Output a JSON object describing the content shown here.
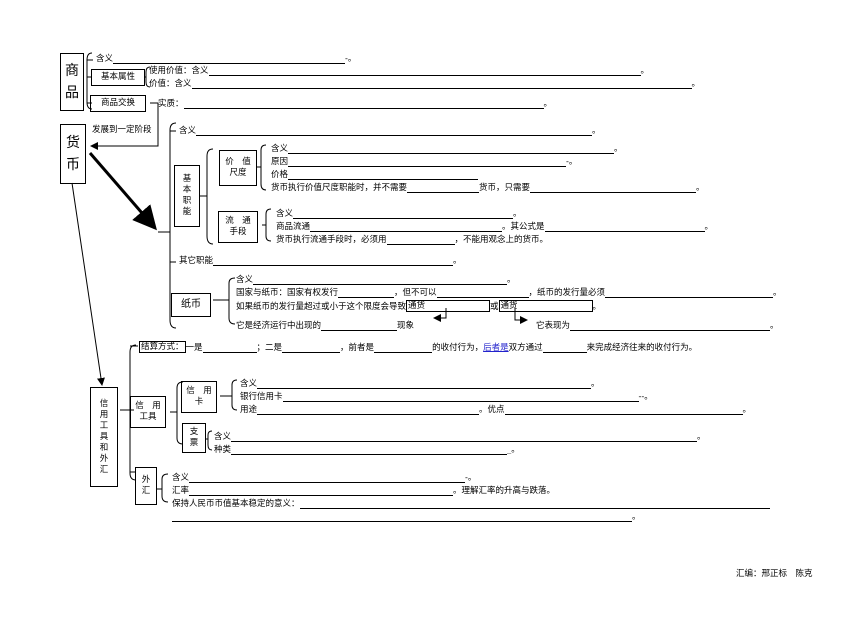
{
  "goods": {
    "title_1": "商",
    "title_2": "品",
    "meaning": "含义",
    "basic_attr": "基本属性",
    "use_value": "使用价值：含义",
    "value": "价值：含义",
    "exchange": "商品交换",
    "essence": "实质：",
    "develop": "发展到一定阶段"
  },
  "money": {
    "title_1": "货",
    "title_2": "币",
    "meaning": "含义",
    "basic_func": [
      "基",
      "本",
      "职",
      "能"
    ],
    "measure_1": "价　值",
    "measure_2": "尺度",
    "m_meaning": "含义",
    "m_reason": "原因",
    "m_price": "价格",
    "m_need_a": "货币执行价值尺度职能时，并不需要",
    "m_need_b": "货币，只需要",
    "circ_1": "流　通",
    "circ_2": "手段",
    "c_meaning": "含义",
    "c_goods": "商品流通",
    "c_formula": "。其公式是",
    "c_need": "货币执行流通手段时，必须用",
    "c_need_b": "，不能用观念上的货币。",
    "other": "其它职能"
  },
  "paper": {
    "title": "纸币",
    "meaning": "含义",
    "state_a": "国家与纸币：国家有权发行",
    "state_b": "，但不可以",
    "state_c": "，纸币的发行量必须",
    "over_a": "如果纸币的发行量超过或小于这个限度会导致",
    "inflation": "通货",
    "or": "或",
    "deflation": "通货",
    "phenomenon_a": "它是经济运行中出现的",
    "phenomenon_b": "现象",
    "performance": "它表现为"
  },
  "credit": {
    "title": [
      "信",
      "用",
      "工",
      "具",
      "和",
      "外",
      "汇"
    ],
    "settlement_a": "结算方式：",
    "settlement_b": "一是",
    "settlement_c": "；二是",
    "settlement_d": "，前者是",
    "settlement_e": "的收付行为，",
    "latter": "后者是",
    "settlement_f": "双方通过",
    "settlement_g": "来完成经济往来的收付行为。",
    "tools_1": "信　用",
    "tools_2": "工具",
    "card_1": "信　用",
    "card_2": "卡",
    "card_meaning": "含义",
    "card_bank": "银行信用卡",
    "card_use": "用途",
    "card_adv": "。优点",
    "cheque_1": "支",
    "cheque_2": "票",
    "cheque_meaning": "含义",
    "cheque_kind": "种类",
    "fx_1": "外",
    "fx_2": "汇",
    "fx_meaning": "含义",
    "fx_rate": "汇率",
    "fx_rate_b": "。理解汇率的升高与跌落。",
    "fx_stable": "保持人民币币值基本稳定的意义："
  },
  "footer": {
    "editors": "汇编：邢正标　陈克"
  }
}
